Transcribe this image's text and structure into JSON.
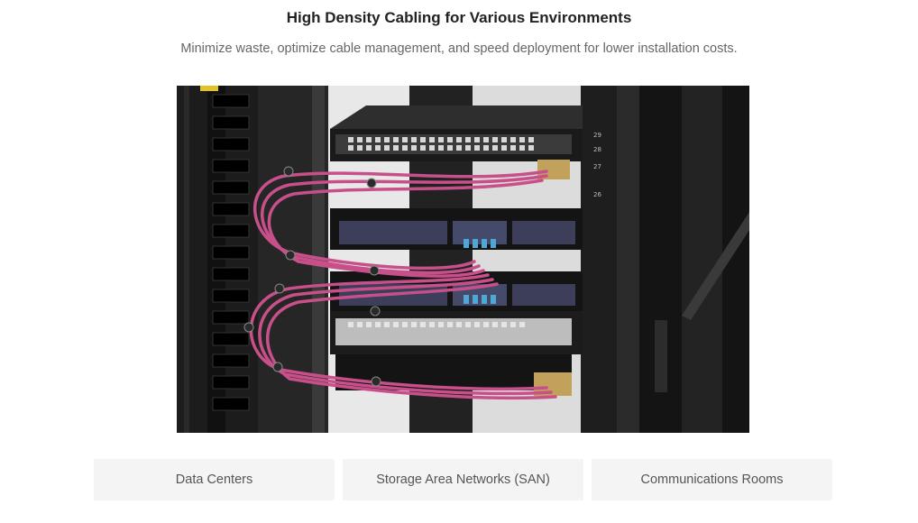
{
  "header": {
    "title": "High Density Cabling for Various Environments",
    "subtitle": "Minimize waste, optimize cable management, and speed deployment for lower installation costs."
  },
  "photo": {
    "rack_labels": [
      "29",
      "28",
      "27",
      "26"
    ]
  },
  "tabs": [
    {
      "label": "Data Centers"
    },
    {
      "label": "Storage Area Networks (SAN)"
    },
    {
      "label": "Communications Rooms"
    }
  ],
  "colors": {
    "cable": "#c8508a",
    "rack": "#1a1a1a",
    "tab_bg": "#f4f4f4"
  }
}
